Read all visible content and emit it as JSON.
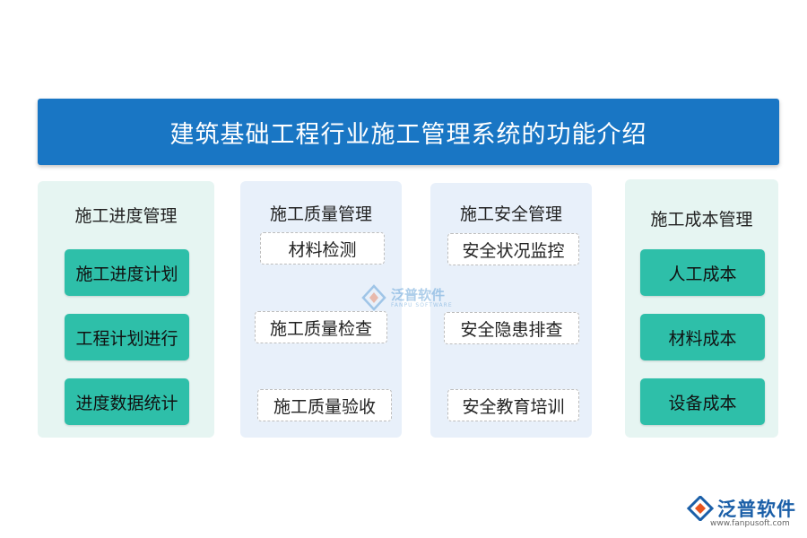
{
  "title": "建筑基础工程行业施工管理系统的功能介绍",
  "columns": [
    {
      "title": "施工进度管理",
      "items": [
        "施工进度计划",
        "工程计划进行",
        "进度数据统计"
      ]
    },
    {
      "title": "施工质量管理",
      "items": [
        "材料检测",
        "施工质量检查",
        "施工质量验收"
      ]
    },
    {
      "title": "施工安全管理",
      "items": [
        "安全状况监控",
        "安全隐患排查",
        "安全教育培训"
      ]
    },
    {
      "title": "施工成本管理",
      "items": [
        "人工成本",
        "材料成本",
        "设备成本"
      ]
    }
  ],
  "watermark": {
    "name": "泛普软件",
    "sub": "FANPU SOFTWARE"
  },
  "brand": {
    "name": "泛普软件",
    "url": "www.fanpusoft.com"
  },
  "colors": {
    "banner": "#1976c4",
    "teal_item": "#2ebfa9",
    "panel_green": "#e6f5f2",
    "panel_blue": "#e8f0fa",
    "brand": "#1b5fa8",
    "brand_accent": "#e8541e"
  }
}
